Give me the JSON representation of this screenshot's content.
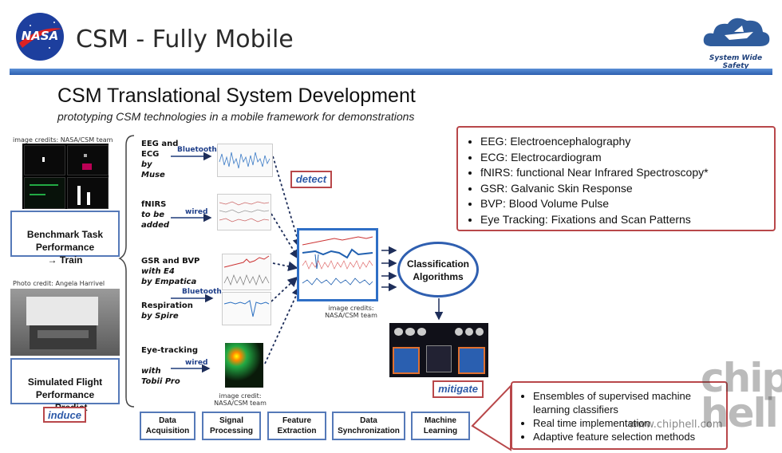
{
  "header": {
    "title": "CSM - Fully Mobile",
    "nasa_logo_text": "NASA",
    "sws_logo_text": "System Wide Safety"
  },
  "heading": "CSM Translational System Development",
  "subheading": "prototyping CSM technologies in a mobile framework for demonstrations",
  "credits": {
    "top": "image credits: NASA/CSM team",
    "photo": "Photo credit: Angela Harrivel",
    "center": "image credits:\nNASA/CSM team",
    "eye": "image credit:\nNASA/CSM team"
  },
  "left": {
    "benchmark": "Benchmark Task\nPerformance\n→ Train",
    "simulated": "Simulated Flight\nPerformance\n→ Predict",
    "induce": "induce"
  },
  "sources": [
    {
      "label": "EEG and\nECG\n",
      "italic": "by\nMuse"
    },
    {
      "label": "fNIRS\n",
      "italic": "to be\nadded"
    },
    {
      "label": "GSR and BVP\n",
      "italic": "with E4\nby Empatica"
    },
    {
      "label": "Respiration\n",
      "italic": "by Spire"
    },
    {
      "label": "Eye-tracking\n\n",
      "italic": "with\nTobii Pro"
    }
  ],
  "connections": [
    "Bluetooth",
    "wired",
    "Bluetooth",
    "wired"
  ],
  "detect": "detect",
  "mitigate": "mitigate",
  "classification": "Classification\nAlgorithms",
  "definitions": [
    "EEG: Electroencephalography",
    "ECG: Electrocardiogram",
    "fNIRS: functional Near Infrared Spectroscopy*",
    "GSR: Galvanic Skin Response",
    "BVP: Blood Volume Pulse",
    "Eye Tracking: Fixations and Scan Patterns"
  ],
  "pipeline": [
    "Data\nAcquisition",
    "Signal\nProcessing",
    "Feature\nExtraction",
    "Data\nSynchronization",
    "Machine\nLearning"
  ],
  "ml_points": [
    "Ensembles of supervised machine learning classifiers",
    "Real time implementation",
    "Adaptive feature selection methods"
  ],
  "watermark": {
    "logo": "chip\nhell",
    "url": "www.chiphell.com"
  },
  "colors": {
    "accent_blue": "#2f5fb0",
    "frame_blue": "#5579b8",
    "frame_red": "#b8474a"
  }
}
